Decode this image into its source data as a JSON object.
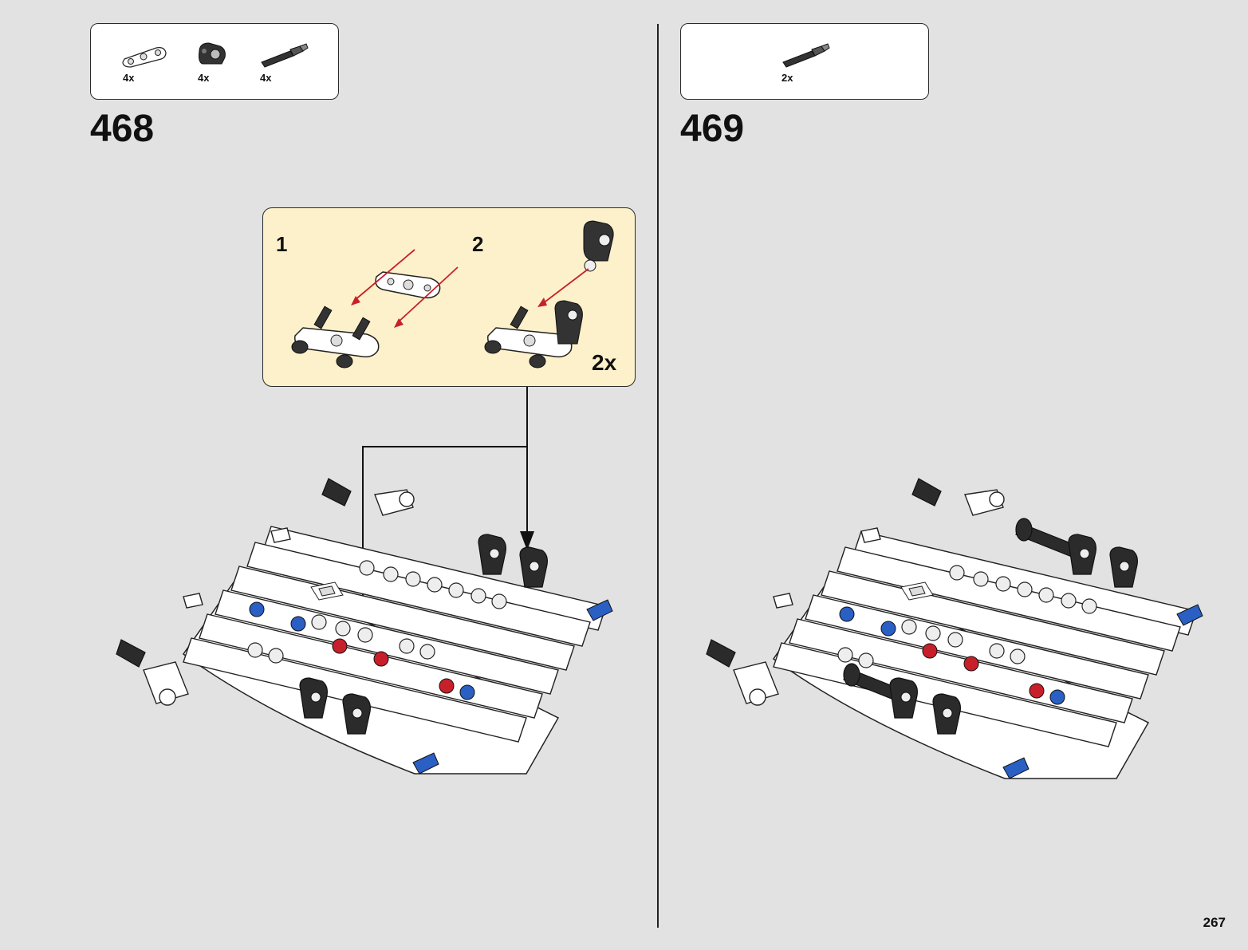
{
  "steps": [
    {
      "number": "468",
      "parts": [
        {
          "icon": "beam-3-connector-white-icon",
          "qty": "4x"
        },
        {
          "icon": "axle-pin-connector-black-icon",
          "qty": "4x"
        },
        {
          "icon": "axle-pin-with-friction-black-icon",
          "qty": "4x"
        }
      ],
      "subassembly": {
        "substeps": [
          "1",
          "2"
        ],
        "multiplier": "2x"
      }
    },
    {
      "number": "469",
      "parts": [
        {
          "icon": "axle-pin-black-icon",
          "qty": "2x"
        }
      ]
    }
  ],
  "page_number": "267",
  "colors": {
    "background": "#e2e2e2",
    "callout": "#fcf1ca",
    "arrow_red": "#c8202a",
    "pin_blue": "#2a5fc4",
    "pin_red": "#c8202a"
  }
}
